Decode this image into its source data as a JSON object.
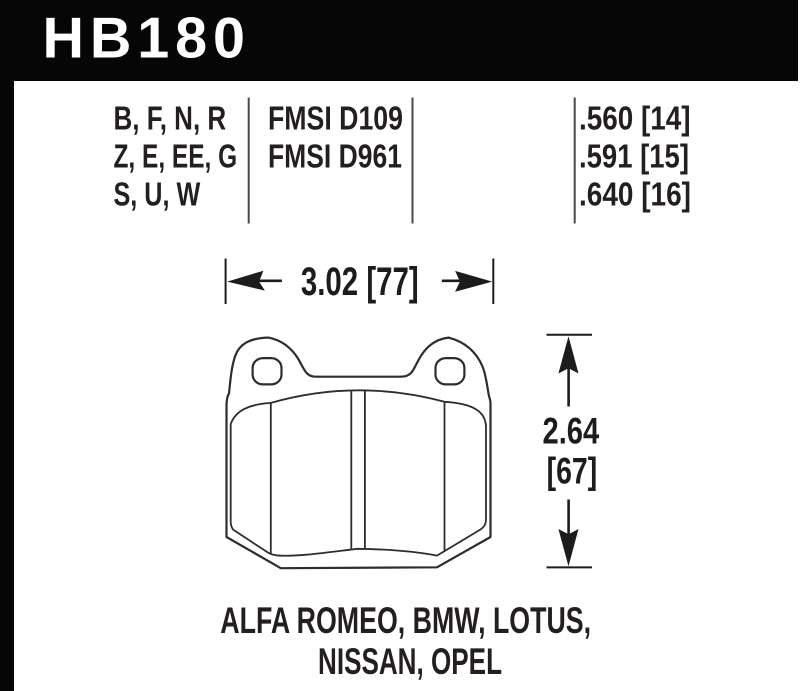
{
  "part": {
    "number": "HB180"
  },
  "spec_table": {
    "rows": [
      {
        "compounds": "B, F, N, R",
        "fmsi": "FMSI D109",
        "pad_thickness": ".560 [14]"
      },
      {
        "compounds": "Z, E, EE, G",
        "fmsi": "FMSI D961",
        "pad_thickness": ".591 [15]"
      },
      {
        "compounds": "S, U, W",
        "fmsi": "",
        "pad_thickness": ".640 [16]"
      }
    ]
  },
  "dimensions": {
    "width_label": "3.02 [77]",
    "height_label_inches": "2.64",
    "height_label_mm": "[67]"
  },
  "applications": {
    "line1": "ALFA ROMEO, BMW, LOTUS,",
    "line2": "NISSAN, OPEL"
  },
  "colors": {
    "background": "#ffffff",
    "header_bg": "#060606",
    "header_text": "#ffffff",
    "text": "#231f20",
    "drawing_line": "#2d2d2d",
    "divider_line": "#4a4a4a"
  }
}
